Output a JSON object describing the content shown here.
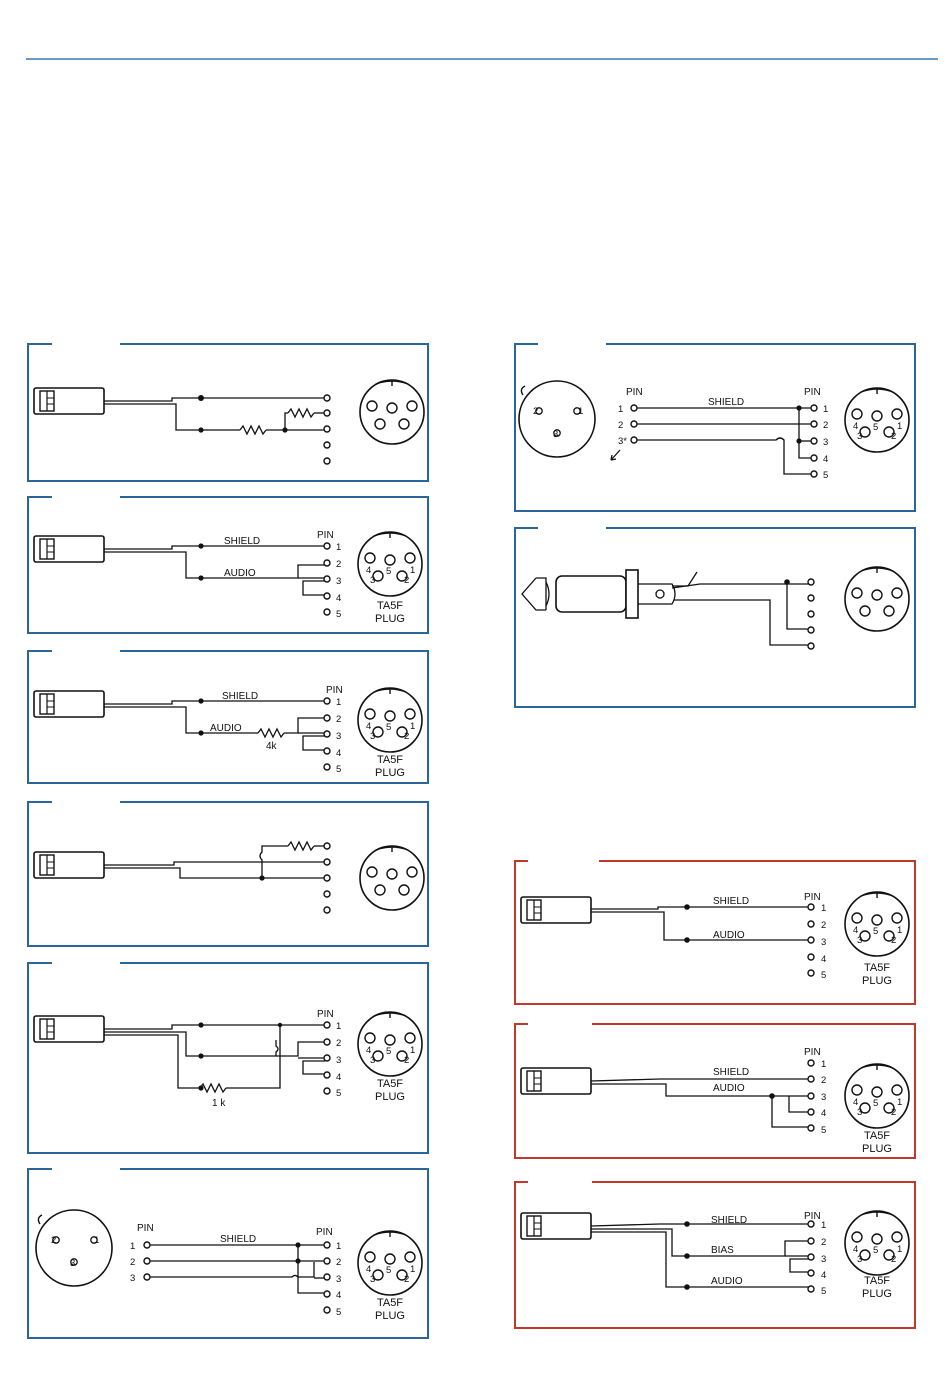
{
  "colors": {
    "rule": "#3a78b5",
    "panel_blue": "#2a6699",
    "panel_red": "#c0392b"
  },
  "labels": {
    "shield": "SHIELD",
    "audio": "AUDIO",
    "bias": "BIAS",
    "pin": "PIN",
    "plug_line1": "TA5F",
    "plug_line2": "PLUG",
    "r_4k": "4k",
    "r_1k": "1 k",
    "xlr_3_star": "3*"
  },
  "pins": [
    "1",
    "2",
    "3",
    "4",
    "5"
  ],
  "xlr_pins": [
    "1",
    "2",
    "3"
  ],
  "connector_pins": {
    "p1": "1",
    "p2": "2",
    "p3": "3",
    "p4": "4",
    "p5": "5"
  }
}
